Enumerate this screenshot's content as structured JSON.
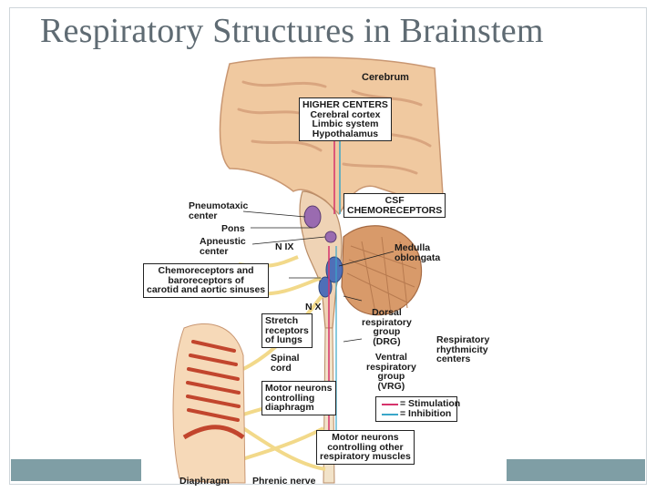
{
  "slide": {
    "title": "Respiratory Structures in Brainstem"
  },
  "colors": {
    "title": "#5f6b73",
    "accent_bar": "#7f9ea5",
    "brain": "#f0c9a0",
    "cerebellum": "#d89a6a",
    "nerve": "#f2d98a",
    "stimulation": "#d6336c",
    "inhibition": "#3aa7c9"
  },
  "diagram": {
    "labels": {
      "cerebrum": "Cerebrum",
      "higher_centers": "HIGHER CENTERS\nCerebral cortex\nLimbic system\nHypothalamus",
      "csf": "CSF\nCHEMORECEPTORS",
      "pneumotaxic": "Pneumotaxic\ncenter",
      "pons": "Pons",
      "apneustic": "Apneustic\ncenter",
      "n_ix": "N IX",
      "medulla": "Medulla\noblongata",
      "chemoreceptors": "Chemoreceptors and\nbaroreceptors of\ncarotid and aortic sinuses",
      "n_x": "N X",
      "dorsal": "Dorsal\nrespiratory\ngroup\n(DRG)",
      "stretch": "Stretch\nreceptors\nof lungs",
      "rhythmicity": "Respiratory\nrhythmicity\ncenters",
      "spinal_cord": "Spinal\ncord",
      "ventral": "Ventral\nrespiratory\ngroup\n(VRG)",
      "motor_diaphragm": "Motor neurons\ncontrolling\ndiaphragm",
      "motor_other": "Motor neurons\ncontrolling other\nrespiratory muscles",
      "diaphragm": "Diaphragm",
      "phrenic": "Phrenic nerve"
    },
    "legend": {
      "stimulation": "= Stimulation",
      "inhibition": "= Inhibition"
    }
  }
}
